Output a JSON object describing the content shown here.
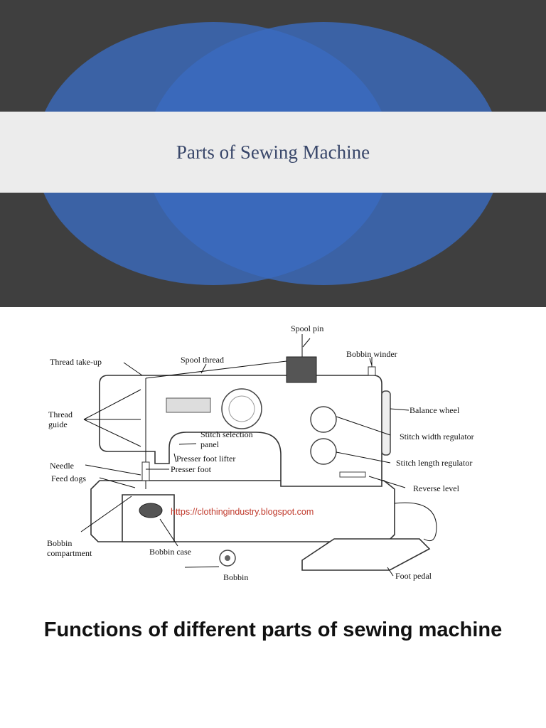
{
  "banner": {
    "title": "Parts of Sewing Machine"
  },
  "diagram": {
    "labels": {
      "spool_pin": "Spool pin",
      "bobbin_winder": "Bobbin winder",
      "thread_take_up": "Thread take-up",
      "spool_thread": "Spool thread",
      "thread_guide_1": "Thread",
      "thread_guide_2": "guide",
      "balance_wheel": "Balance wheel",
      "stitch_selection_1": "Stitch selection",
      "stitch_selection_2": "panel",
      "stitch_width_regulator": "Stitch width regulator",
      "presser_foot_lifter": "Presser foot lifter",
      "needle": "Needle",
      "presser_foot": "Presser foot",
      "stitch_length_regulator": "Stitch length regulator",
      "feed_dogs": "Feed dogs",
      "reverse_level": "Reverse level",
      "bobbin_compartment_1": "Bobbin",
      "bobbin_compartment_2": "compartment",
      "bobbin_case": "Bobbin case",
      "bobbin": "Bobbin",
      "foot_pedal": "Foot pedal"
    },
    "watermark": "https://clothingindustry.blogspot.com"
  },
  "caption": "Functions of different parts of sewing machine"
}
